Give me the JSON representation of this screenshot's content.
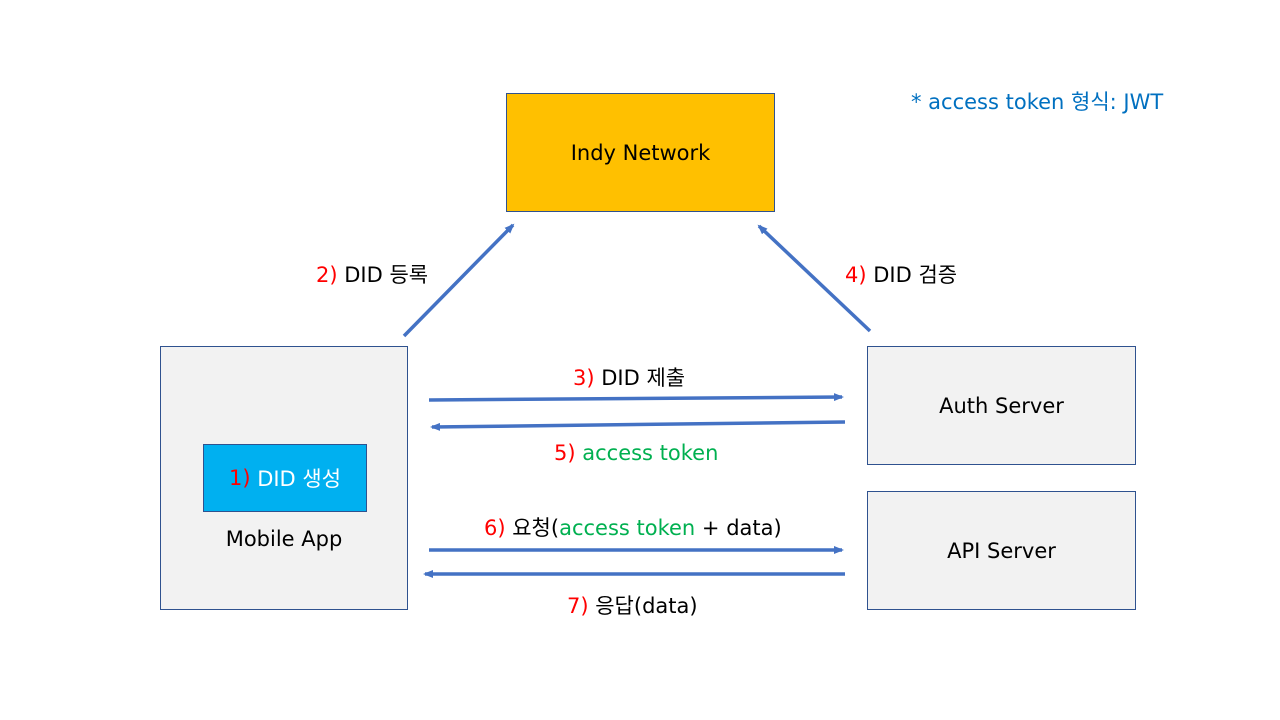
{
  "note": "* access token 형식: JWT",
  "nodes": {
    "indy": "Indy Network",
    "mobile": "Mobile App",
    "did_create_num": "1)",
    "did_create_text": " DID 생성",
    "auth": "Auth Server",
    "api": "API Server"
  },
  "steps": {
    "s2": {
      "num": "2)",
      "text": " DID 등록"
    },
    "s3": {
      "num": "3)",
      "text": " DID 제출"
    },
    "s4": {
      "num": "4)",
      "text": " DID 검증"
    },
    "s5": {
      "num": "5)",
      "text": " access token"
    },
    "s6": {
      "num": "6)",
      "text": " 요청(",
      "green": "access token",
      "tail": " + data)"
    },
    "s7": {
      "num": "7)",
      "text": " 응답(data)"
    }
  },
  "colors": {
    "arrow": "#4472c4",
    "step_number": "#ff0000",
    "token": "#00b050",
    "note": "#0070c0",
    "indy_fill": "#ffc000",
    "did_fill": "#00b0f0"
  }
}
